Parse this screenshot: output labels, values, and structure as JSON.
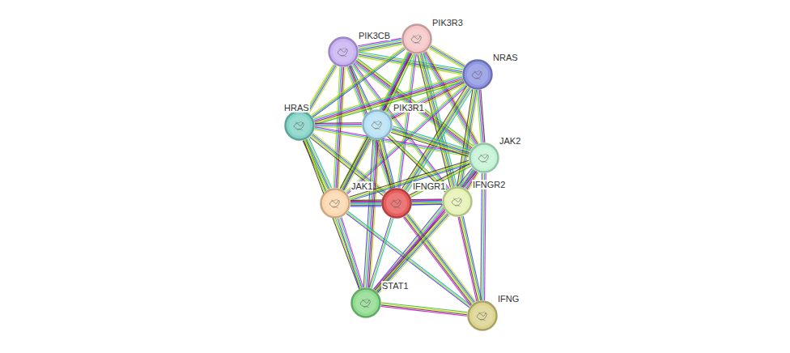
{
  "diagram": {
    "nodes": [
      {
        "text": [
          "PIK3CB"
        ]
      },
      {
        "text": [
          "PIK3R3"
        ]
      },
      {
        "text": [
          "NRAS"
        ]
      },
      {
        "text": [
          "HRAS"
        ]
      },
      {
        "text": [
          "PIK3R1"
        ]
      },
      {
        "text": [
          "JAK2"
        ]
      },
      {
        "text": [
          "JAK1"
        ]
      },
      {
        "text": [
          "IFNGR1"
        ]
      },
      {
        "text": [
          "IFNGR2"
        ]
      },
      {
        "text": [
          "STAT1"
        ]
      },
      {
        "text": [
          "IFNG"
        ]
      }
    ],
    "edges": [
      {
        "from": 0,
        "to": 1,
        "arrow": "none"
      },
      {
        "from": 0,
        "to": 2,
        "arrow": "none"
      },
      {
        "from": 0,
        "to": 3,
        "arrow": "none"
      },
      {
        "from": 0,
        "to": 4,
        "arrow": "none"
      },
      {
        "from": 0,
        "to": 5,
        "arrow": "none"
      },
      {
        "from": 0,
        "to": 6,
        "arrow": "none"
      },
      {
        "from": 0,
        "to": 7,
        "arrow": "none"
      },
      {
        "from": 0,
        "to": 8,
        "arrow": "none"
      },
      {
        "from": 1,
        "to": 2,
        "arrow": "none"
      },
      {
        "from": 1,
        "to": 3,
        "arrow": "none"
      },
      {
        "from": 1,
        "to": 4,
        "arrow": "none"
      },
      {
        "from": 1,
        "to": 5,
        "arrow": "none"
      },
      {
        "from": 1,
        "to": 6,
        "arrow": "none"
      },
      {
        "from": 1,
        "to": 7,
        "arrow": "none"
      },
      {
        "from": 1,
        "to": 8,
        "arrow": "none"
      },
      {
        "from": 2,
        "to": 3,
        "arrow": "none"
      },
      {
        "from": 2,
        "to": 4,
        "arrow": "none"
      },
      {
        "from": 2,
        "to": 5,
        "arrow": "none"
      },
      {
        "from": 2,
        "to": 6,
        "arrow": "none"
      },
      {
        "from": 2,
        "to": 7,
        "arrow": "none"
      },
      {
        "from": 2,
        "to": 8,
        "arrow": "none"
      },
      {
        "from": 3,
        "to": 4,
        "arrow": "none"
      },
      {
        "from": 3,
        "to": 5,
        "arrow": "none"
      },
      {
        "from": 3,
        "to": 6,
        "arrow": "none"
      },
      {
        "from": 3,
        "to": 7,
        "arrow": "none"
      },
      {
        "from": 3,
        "to": 9,
        "arrow": "none"
      },
      {
        "from": 4,
        "to": 5,
        "arrow": "none"
      },
      {
        "from": 4,
        "to": 6,
        "arrow": "none"
      },
      {
        "from": 4,
        "to": 7,
        "arrow": "none"
      },
      {
        "from": 4,
        "to": 8,
        "arrow": "none"
      },
      {
        "from": 4,
        "to": 9,
        "arrow": "none"
      },
      {
        "from": 5,
        "to": 6,
        "arrow": "none"
      },
      {
        "from": 5,
        "to": 7,
        "arrow": "none"
      },
      {
        "from": 5,
        "to": 8,
        "arrow": "none"
      },
      {
        "from": 5,
        "to": 9,
        "arrow": "none"
      },
      {
        "from": 5,
        "to": 10,
        "arrow": "none"
      },
      {
        "from": 6,
        "to": 7,
        "arrow": "none"
      },
      {
        "from": 6,
        "to": 8,
        "arrow": "none"
      },
      {
        "from": 6,
        "to": 9,
        "arrow": "none"
      },
      {
        "from": 6,
        "to": 10,
        "arrow": "none"
      },
      {
        "from": 7,
        "to": 8,
        "arrow": "none"
      },
      {
        "from": 7,
        "to": 9,
        "arrow": "none"
      },
      {
        "from": 7,
        "to": 10,
        "arrow": "none"
      },
      {
        "from": 8,
        "to": 9,
        "arrow": "none"
      },
      {
        "from": 8,
        "to": 10,
        "arrow": "none"
      },
      {
        "from": 9,
        "to": 10,
        "arrow": "none"
      }
    ]
  }
}
